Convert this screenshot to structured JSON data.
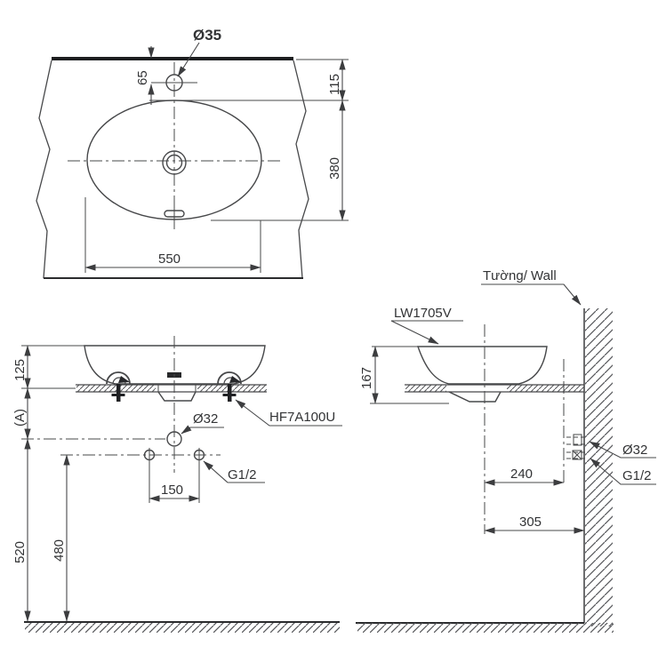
{
  "drawing": {
    "top_view": {
      "faucet_hole_dia": "Ø35",
      "faucet_offset": "65",
      "rim_to_bowl": "115",
      "bowl_depth": "380",
      "bowl_width": "550"
    },
    "front_view": {
      "bowl_height": "125",
      "dim_a": "(A)",
      "drain_dia": "Ø32",
      "fixing_kit": "HF7A100U",
      "supply_thread": "G1/2",
      "hole_spacing": "150",
      "supply_height": "480",
      "drain_height": "520"
    },
    "side_view": {
      "wall_label": "Tường/ Wall",
      "model": "LW1705V",
      "basin_height": "167",
      "drain_offset": "240",
      "center_to_wall": "305",
      "drain_dia": "Ø32",
      "supply_thread": "G1/2"
    },
    "colors": {
      "line": "#47484a",
      "dark_line": "#202123",
      "text": "#323335"
    }
  }
}
